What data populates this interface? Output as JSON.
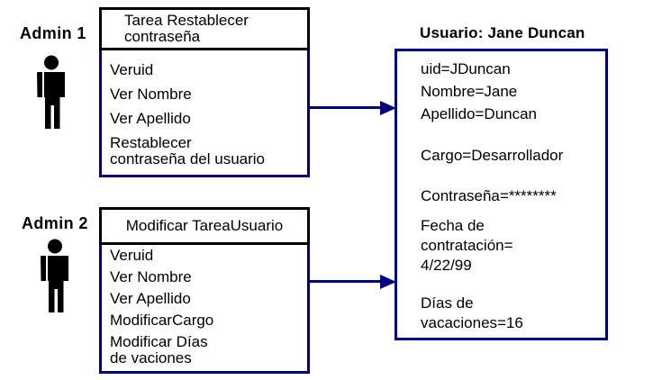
{
  "diagram": {
    "admin1": {
      "label": "Admin 1"
    },
    "admin2": {
      "label": "Admin 2"
    },
    "task_boxes": [
      {
        "title": "Tarea Restablecer\ncontraseña",
        "items": [
          "Veruid",
          "Ver Nombre",
          "Ver Apellido",
          "Restablecer\ncontraseña del usuario"
        ]
      },
      {
        "title": "Modificar TareaUsuario",
        "items": [
          "Veruid",
          "Ver Nombre",
          "Ver Apellido",
          "ModificarCargo",
          "Modificar Días\nde vaciones"
        ]
      }
    ],
    "user_panel": {
      "title": "Usuario: Jane Duncan",
      "attribute_groups": [
        "uid=JDuncan\nNombre=Jane\nApellido=Duncan",
        "Cargo=Desarrollador",
        "Contraseña=********",
        "Fecha de\ncontratación=\n4/22/99",
        "Días de\nvacaciones=16"
      ]
    },
    "colors": {
      "accent_navy": "#000080",
      "line_black": "#000000",
      "background": "#ffffff"
    }
  }
}
